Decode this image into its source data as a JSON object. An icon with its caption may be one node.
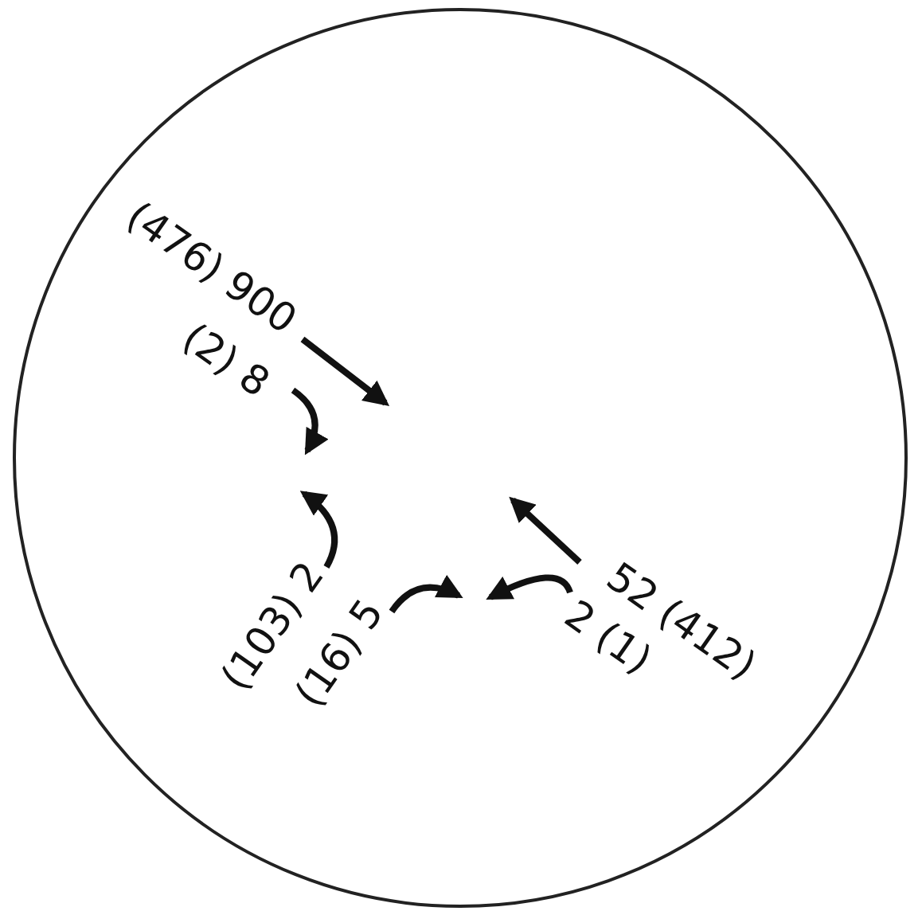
{
  "diagram": {
    "nodes": [
      {
        "text": [],
        "shape": "circle"
      },
      {
        "text": [
          "(476) 900"
        ],
        "in": 0
      },
      {
        "text": [
          "(2) 8"
        ],
        "in": 0
      },
      {
        "text": [
          "(103) 2"
        ],
        "in": 0
      },
      {
        "text": [
          "(16) 5"
        ],
        "in": 0
      },
      {
        "text": [
          "52 (412)"
        ],
        "in": 0
      },
      {
        "text": [
          "2 (1)"
        ],
        "in": 0
      }
    ],
    "edges": [
      {
        "from": 1,
        "to": null,
        "arrow": "to"
      },
      {
        "from": 2,
        "to": null,
        "arrow": "to"
      },
      {
        "from": 3,
        "to": null,
        "arrow": "to"
      },
      {
        "from": 4,
        "to": null,
        "arrow": "to"
      },
      {
        "from": 5,
        "to": null,
        "arrow": "to"
      },
      {
        "from": 6,
        "to": null,
        "arrow": "to"
      }
    ]
  }
}
